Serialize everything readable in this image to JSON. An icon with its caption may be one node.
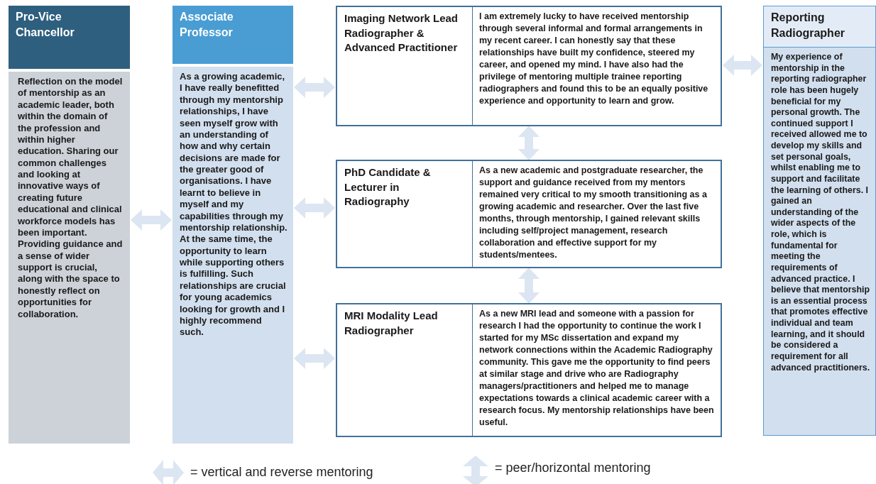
{
  "diagram": {
    "nodes": [
      {
        "text": [
          "Pro-Vice Chancellor",
          "Reflection on the model of mentorship as an academic leader, both within the domain of the profession and within higher education.  Sharing our common challenges and looking at innovative ways of creating future educational and clinical workforce models has been important. Providing guidance and a sense of wider support is crucial, along with the space to honestly reflect on opportunities for collaboration."
        ]
      },
      {
        "text": [
          "Associate Professor",
          "As a growing academic, I have really benefitted through my mentorship relationships, I have seen myself grow with an understanding of how and why certain decisions are made for the greater good of organisations. I have learnt to believe in myself and my capabilities through my mentorship relationship. At the same time, the opportunity to learn while supporting others is fulfilling. Such relationships are crucial for young academics looking for growth and I highly recommend such."
        ]
      },
      {
        "text": [
          "Imaging Network Lead Radiographer & Advanced Practitioner",
          "I am extremely lucky to have received mentorship through several informal and formal arrangements in my recent career. I can honestly say that these relationships have built my confidence, steered my career, and opened my mind. I have also had the privilege of mentoring multiple trainee reporting radiographers and found this to be an equally positive experience and opportunity to learn and grow."
        ]
      },
      {
        "text": [
          "PhD Candidate & Lecturer in Radiography",
          "As a new academic and postgraduate researcher, the support and guidance received from my mentors remained very critical to my smooth transitioning as a growing academic and researcher. Over the last five months, through mentorship, I gained relevant skills including self/project management, research collaboration and effective support for my students/mentees."
        ]
      },
      {
        "text": [
          "MRI Modality Lead Radiographer",
          "As a new MRI lead and someone with a passion for research I had the opportunity to continue the work I started for my MSc dissertation and expand my network connections within the Academic Radiography community. This gave me the opportunity to find peers at similar stage and drive who are Radiography managers/practitioners and helped me to manage expectations towards a clinical academic career with a research focus. My mentorship relationships have been useful."
        ]
      },
      {
        "text": [
          "Reporting Radiographer",
          "My experience of mentorship in the reporting radiographer role has been hugely beneficial for my personal growth. The continued support I received allowed me to develop my skills and set personal goals, whilst enabling me to support and facilitate the learning of others. I gained an understanding of the wider aspects of the role, which is fundamental for meeting the requirements of advanced practice. I believe that mentorship is an essential process that promotes effective individual and team learning, and it should be considered a requirement for all advanced practitioners."
        ]
      }
    ],
    "edges": [
      {
        "from": 0,
        "to": 1,
        "arrow": "both"
      },
      {
        "from": 1,
        "to": 2,
        "arrow": "both"
      },
      {
        "from": 1,
        "to": 3,
        "arrow": "both"
      },
      {
        "from": 1,
        "to": 4,
        "arrow": "both"
      },
      {
        "from": 2,
        "to": 3,
        "arrow": "both"
      },
      {
        "from": 3,
        "to": 4,
        "arrow": "both"
      },
      {
        "from": 2,
        "to": 5,
        "arrow": "both"
      }
    ],
    "legend": [
      {
        "text": "= vertical and reverse mentoring"
      },
      {
        "text": "= peer/horizontal mentoring"
      }
    ]
  }
}
